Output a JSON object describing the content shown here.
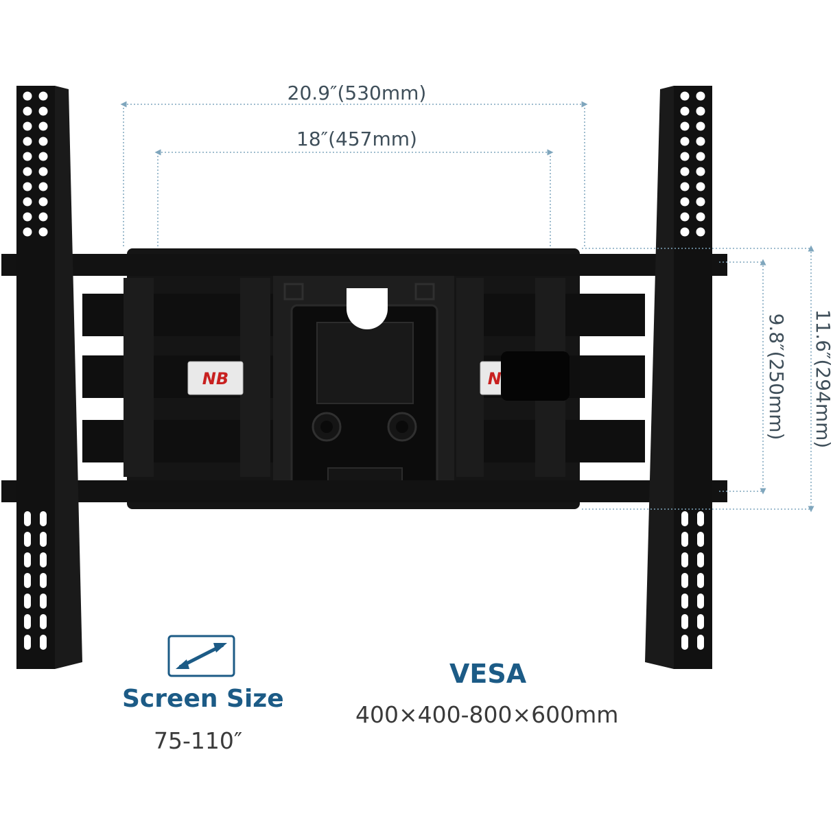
{
  "dimensions": {
    "outer_width": "20.9″(530mm)",
    "inner_width": "18″(457mm)",
    "inner_height": "9.8″(250mm)",
    "outer_height": "11.6″(294mm)"
  },
  "brand_badges": [
    "NB",
    "NB"
  ],
  "vesa": {
    "title": "VESA",
    "value": "400×400-800×600mm"
  },
  "screen_size": {
    "title": "Screen Size",
    "value": "75-110″",
    "icon": "diagonal-double-arrow-icon"
  },
  "colors": {
    "metal": "#141414",
    "dimension_line": "#7fa6bd",
    "title_blue": "#1c5b86",
    "badge_red": "#c8201f"
  }
}
